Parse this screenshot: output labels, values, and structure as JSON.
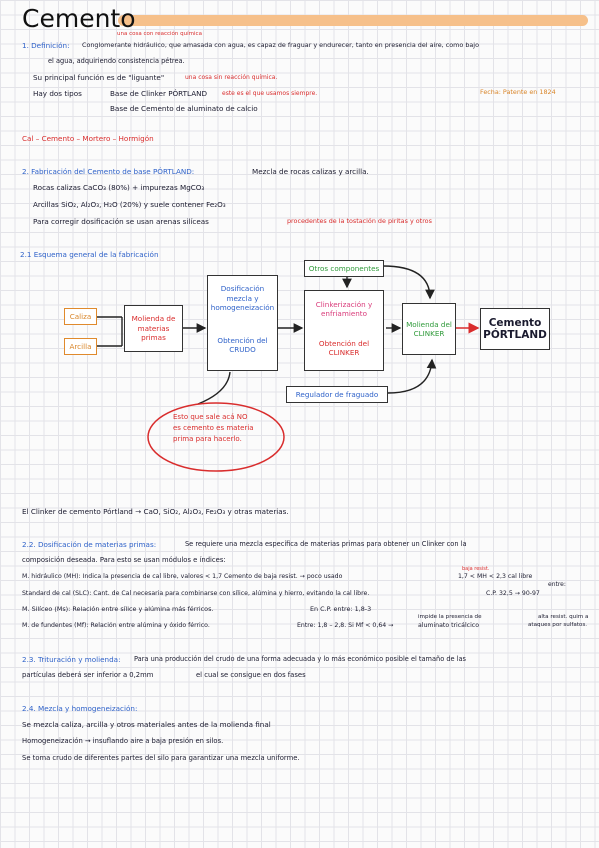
{
  "title": "Cemento",
  "note_top": "una cosa con reacción química",
  "s1": {
    "num": "1. Definición:",
    "a": "Conglomerante hidráulico, que amasada con agua, es capaz de fraguar y endurecer, tanto en presencia del aire, como bajo",
    "b": "el agua, adquiriendo consistencia pétrea.",
    "c": "Su principal función es de \"liguante\"",
    "c_note": "una cosa sin reacción química.",
    "d": "Hay dos tipos",
    "type1": "Base de Clinker PÓRTLAND",
    "type1_note": "este es el que usamos siempre.",
    "type2": "Base de Cemento de aluminato de calcio",
    "patent": "Fecha: Patente en 1824"
  },
  "chain": "Cal – Cemento – Mortero – Hormigón",
  "s2": {
    "num": "2. Fabricación del Cemento de base PÓRTLAND:",
    "a": "Mezcla de rocas calizas y arcilla.",
    "b": "Rocas calizas  CaCO₃ (80%) + impurezas MgCO₃",
    "c": "Arcillas  SiO₂, Al₂O₃, H₂O (20%) y suele contener Fe₂O₃",
    "d": "Para corregir dosificación se usan arenas silíceas",
    "d_note": "procedentes de la tostación de piritas y otros"
  },
  "s21": {
    "num": "2.1 Esquema general de la fabricación",
    "caliza": "Caliza",
    "arcilla": "Arcilla",
    "molienda_mp": "Molienda de materias primas",
    "dosif": "Dosificación mezcla y homogeneización",
    "crudo": "Obtención del CRUDO",
    "otros": "Otros componentes",
    "clink": "Clinkerización y enfriamiento",
    "obt_clinker": "Obtención del CLINKER",
    "mol_clinker": "Molienda del CLINKER",
    "cemento": "Cemento PÓRTLAND",
    "regulador": "Regulador de fraguado",
    "bubble": "Esto que sale acá NO es cemento es materia prima para hacerlo."
  },
  "clinker_line": "El Clinker de cemento Pórtland → CaO, SiO₂, Al₂O₃, Fe₂O₃ y otras materias.",
  "s22": {
    "num": "2.2. Dosificación de materias primas:",
    "a": "Se requiere una mezcla específica de materias primas para obtener un Clinker con la",
    "b": "composición deseada. Para esto se usan módulos e índices:",
    "mh": "M. hidráulico (MH): Indica la presencia de cal libre, valores < 1,7 Cemento de baja resist. → poco usado",
    "mh_range": "1,7 < MH < 2,3 cal libre",
    "mh_note": "baja resist.",
    "entre": "entre:",
    "slc": "Standard de cal (SLC): Cant. de Cal necesaria para combinarse con sílice, alúmina y hierro, evitando la cal libre.",
    "slc_cp": "C.P. 32,5 → 90-97",
    "ms": "M. Silíceo (Ms): Relación entre sílice y alúmina más férricos.",
    "ms_cp": "En C.P. entre: 1,8-3",
    "mf": "M. de fundentes (Mf): Relación entre alúmina y óxido férrico.",
    "mf_range": "Entre: 1,8 – 2,8. Si Mf < 0,64 →",
    "mf_note1": "impide la presencia de",
    "mf_note2": "aluminato tricálcico",
    "mf_note3": "alta resist. quim a",
    "mf_note4": "ataques por sulfatos."
  },
  "s23": {
    "num": "2.3. Trituración y molienda:",
    "a": "Para una producción del crudo de una forma adecuada y lo más económico posible el tamaño de las",
    "b": "partículas deberá ser inferior a 0,2mm",
    "c": "el cual se consigue en dos fases"
  },
  "s24": {
    "num": "2.4. Mezcla y homogeneización:",
    "a": "Se mezcla caliza, arcilla y otros materiales antes de la molienda final",
    "b": "Homogeneización → insuflando aire a baja presión en silos.",
    "c": "Se toma crudo de diferentes partes del silo para garantizar una mezcla uniforme."
  }
}
